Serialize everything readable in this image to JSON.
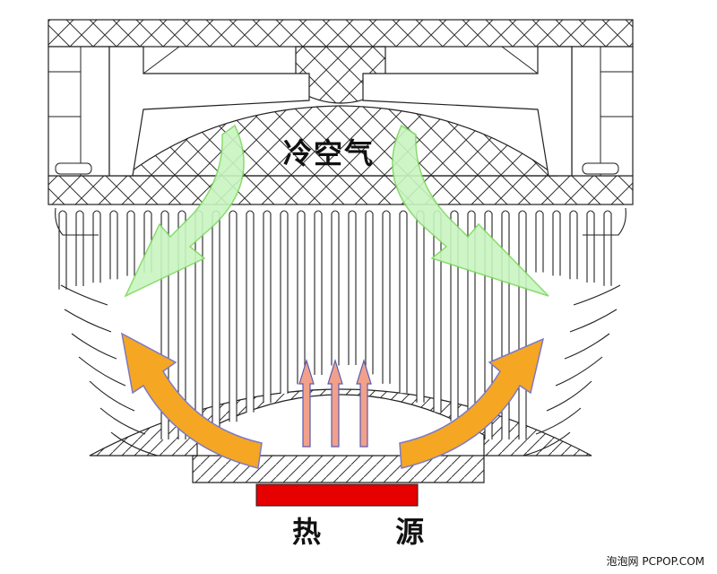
{
  "labels": {
    "cold_air": "冷空气",
    "heat_source": "热 源"
  },
  "credit": "泡泡网 PCPOP.COM",
  "colors": {
    "heat_source": "#e60000",
    "cold_arrow_fill": "#c8f5c0",
    "cold_arrow_stroke": "#7fd860",
    "warm_arrow_fill": "#f5a623",
    "warm_arrow_stroke": "#7a7ac8",
    "hot_arrow_fill": "#f2a08a",
    "hot_arrow_stroke": "#5a5ab0",
    "line": "#222222"
  }
}
